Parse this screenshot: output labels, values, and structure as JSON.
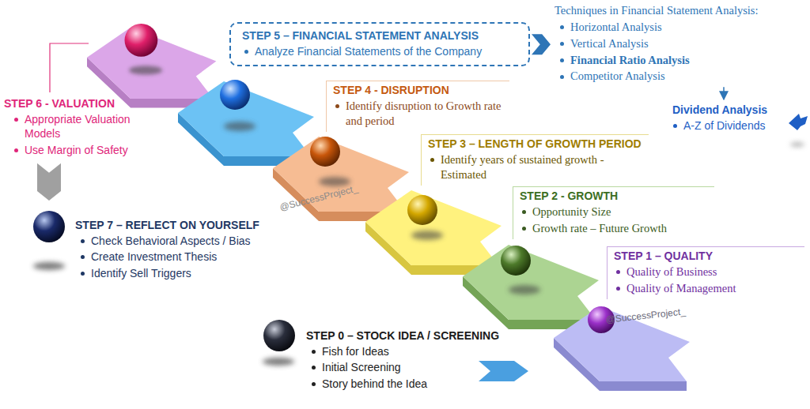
{
  "diagram": {
    "nodes": [
      {
        "text": [
          "STEP 5 – FINANCIAL STATEMENT ANALYSIS",
          "Analyze Financial Statements of the Company"
        ]
      },
      {
        "text": [
          "Techniques in Financial Statement Analysis:",
          "Horizontal Analysis",
          "Vertical Analysis",
          "Financial Ratio Analysis",
          "Competitor Analysis"
        ]
      },
      {
        "text": [
          "Dividend Analysis",
          "A-Z of Dividends"
        ]
      },
      {
        "text": [
          "STEP 6 - VALUATION",
          "Appropriate Valuation Models",
          "Use Margin of Safety"
        ]
      },
      {
        "text": [
          "STEP 4 - DISRUPTION",
          "Identify disruption to Growth rate and period"
        ]
      },
      {
        "text": [
          "STEP 3 – LENGTH OF GROWTH PERIOD",
          "Identify years of sustained growth - Estimated"
        ]
      },
      {
        "text": [
          "STEP 2 - GROWTH",
          "Opportunity Size",
          "Growth rate – Future Growth"
        ]
      },
      {
        "text": [
          "STEP 7 – REFLECT ON YOURSELF",
          "Check Behavioral Aspects / Bias",
          "Create Investment Thesis",
          "Identify Sell Triggers"
        ]
      },
      {
        "text": [
          "STEP 1 – QUALITY",
          "Quality of Business",
          "Quality of Management"
        ]
      },
      {
        "text": [
          "STEP 0 – STOCK IDEA / SCREENING",
          "Fish for Ideas",
          "Initial Screening",
          "Story behind the Idea"
        ]
      }
    ],
    "edges": [
      {
        "from": 0,
        "to": 1,
        "arrow": "to"
      },
      {
        "from": 1,
        "to": 2,
        "arrow": "to"
      },
      {
        "from": 3,
        "to": 7,
        "arrow": "to"
      }
    ],
    "labels": [
      "@SuccessProject_",
      "@SuccessProject_"
    ]
  }
}
